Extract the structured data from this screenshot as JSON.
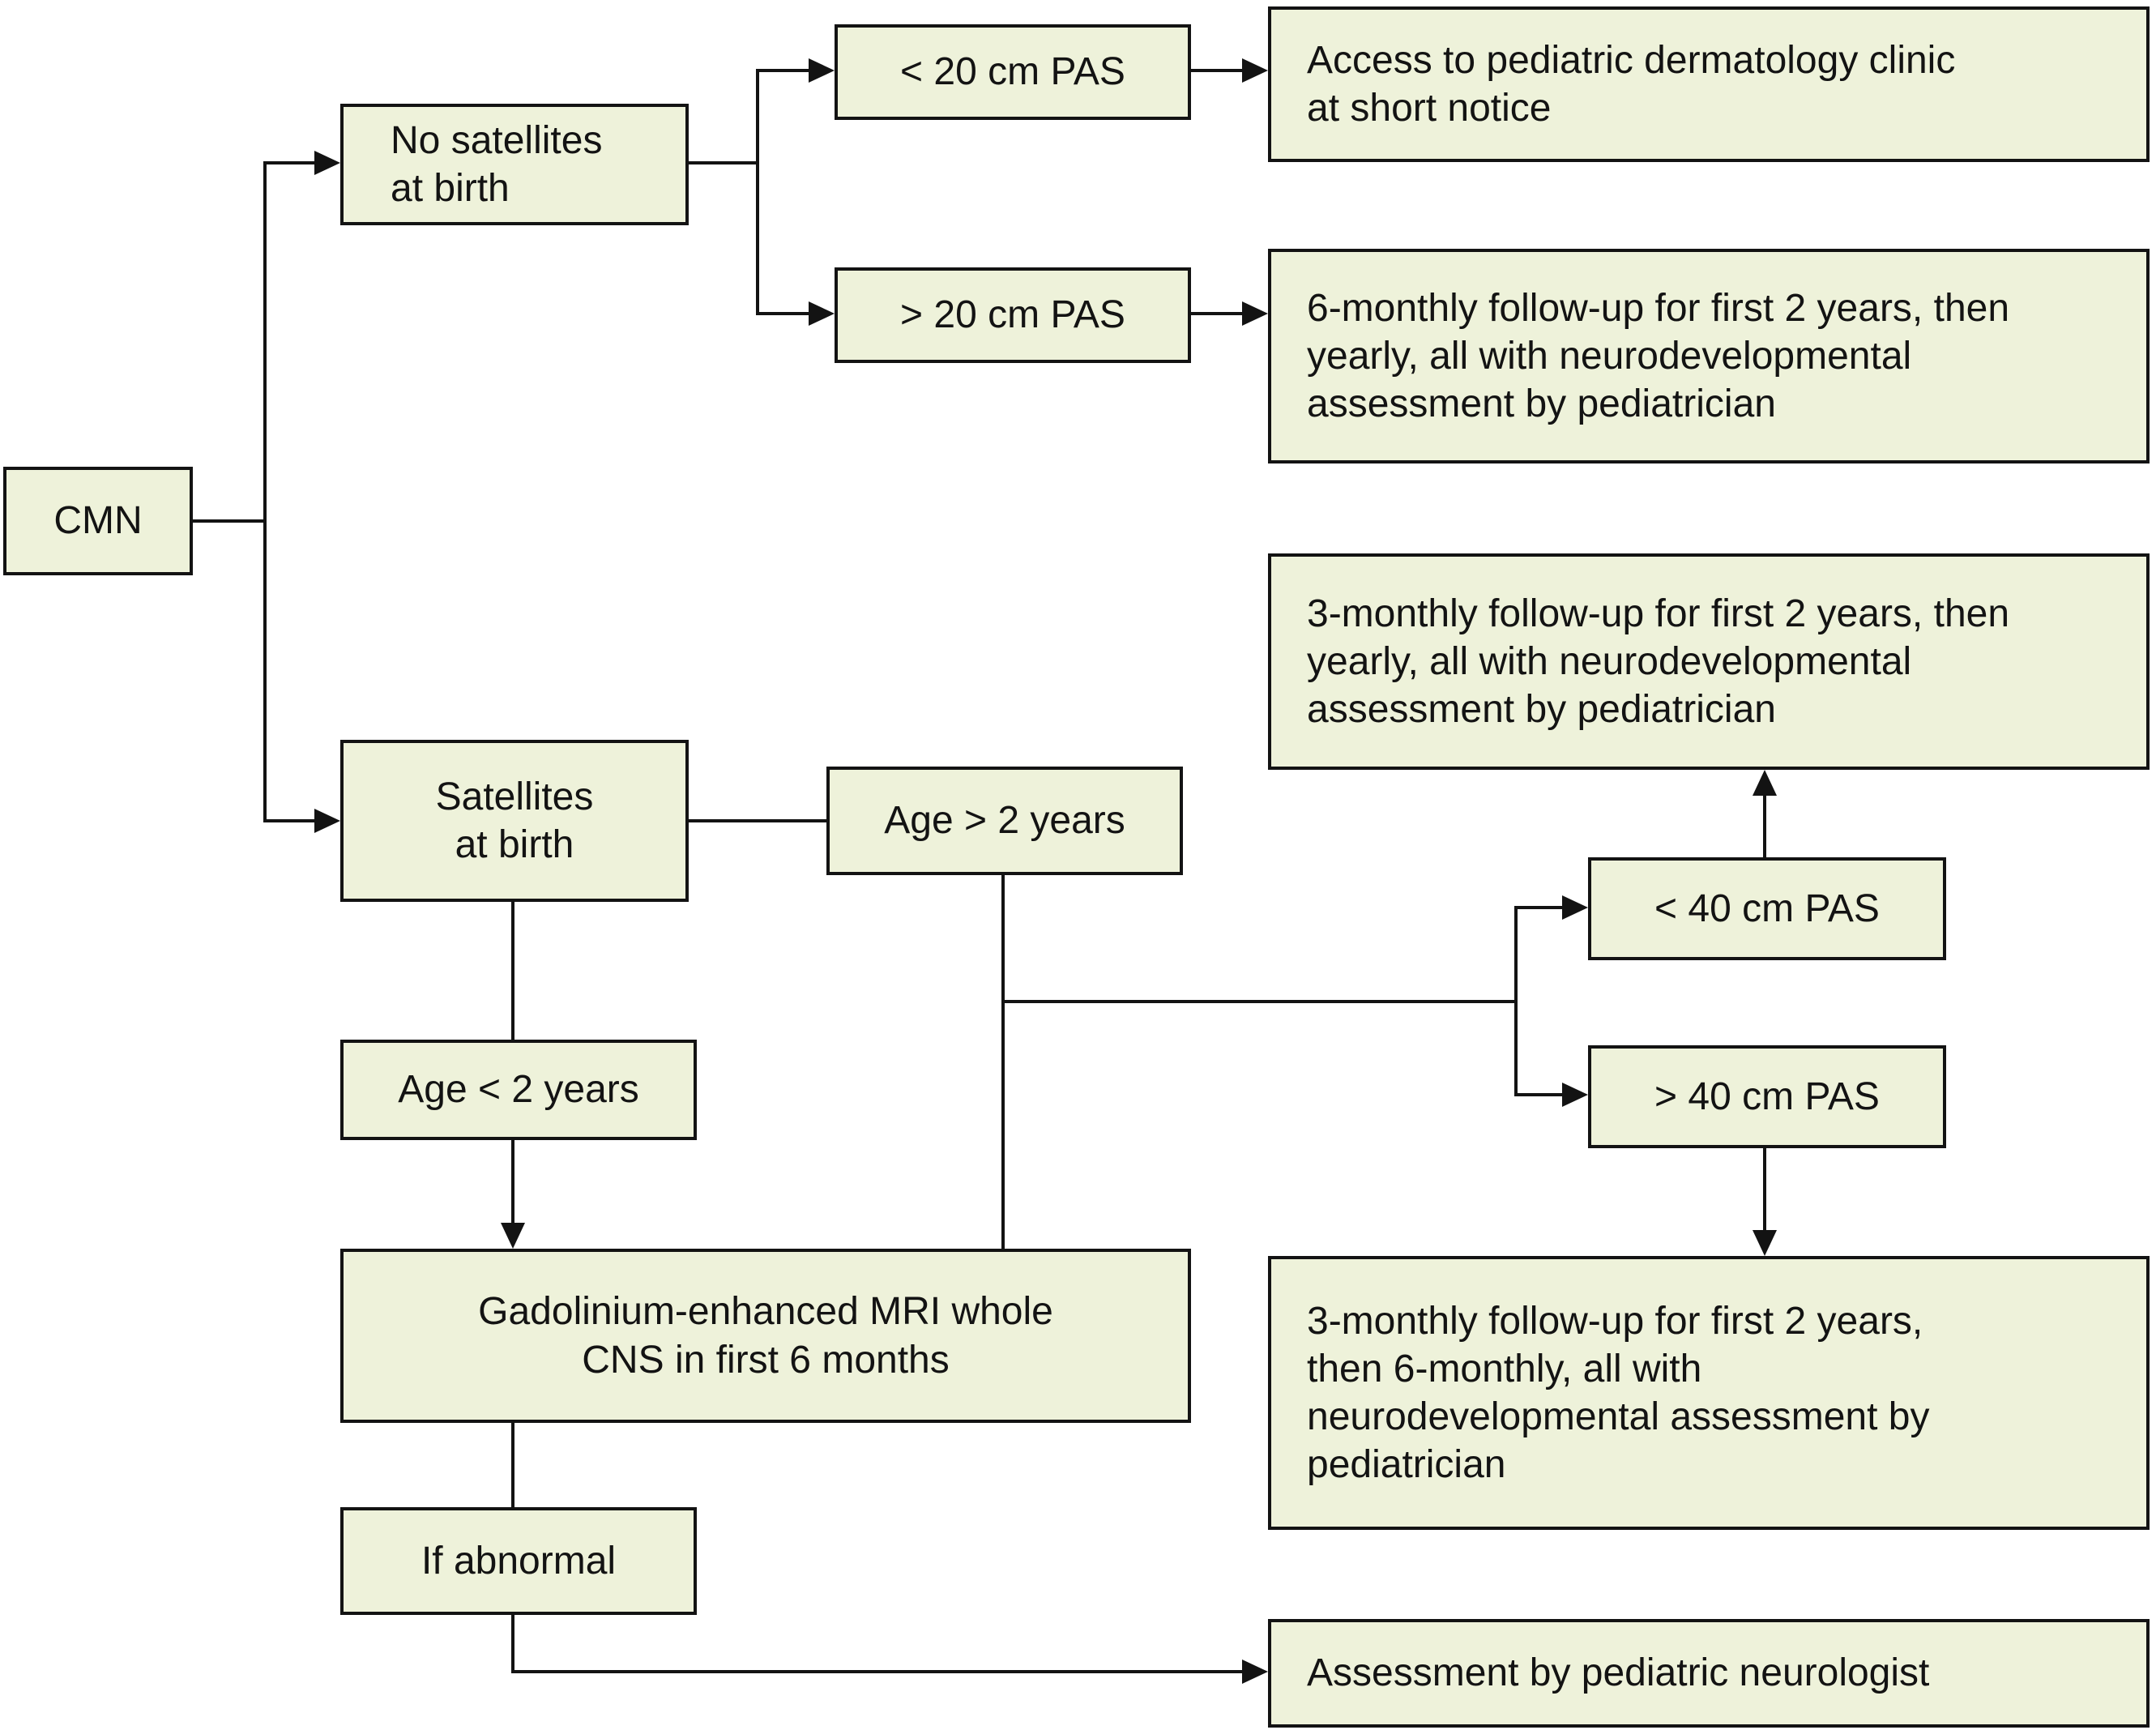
{
  "figure": {
    "type": "flowchart",
    "root_label": "CMN",
    "colors": {
      "box_fill": "#eef2da",
      "box_border": "#131313",
      "line": "#131313",
      "text": "#131313",
      "background": "#ffffff"
    }
  },
  "nodes": {
    "cmn": "CMN",
    "no_satellites": "No satellites\nat birth",
    "lt20": "< 20 cm PAS",
    "gt20": "> 20 cm PAS",
    "access": "Access to pediatric dermatology clinic\nat short notice",
    "six_monthly": "6-monthly follow-up for first 2 years, then\nyearly, all with neurodevelopmental\nassessment by pediatrician",
    "three_monthly_yearly": "3-monthly follow-up for first 2 years, then\nyearly, all with neurodevelopmental\nassessment by pediatrician",
    "satellites": "Satellites\nat birth",
    "age_gt2": "Age > 2 years",
    "lt40": "< 40 cm PAS",
    "gt40": "> 40 cm PAS",
    "age_lt2": "Age < 2 years",
    "mri": "Gadolinium-enhanced MRI whole\nCNS in first 6 months",
    "three_monthly_six": "3-monthly follow-up for first 2 years,\nthen 6-monthly, all with\nneurodevelopmental assessment by\npediatrician",
    "if_abnormal": "If abnormal",
    "assessment": "Assessment by pediatric neurologist"
  },
  "edges": [
    {
      "from": "CMN",
      "to": "No satellites at birth"
    },
    {
      "from": "CMN",
      "to": "Satellites at birth"
    },
    {
      "from": "No satellites at birth",
      "to": "< 20 cm PAS"
    },
    {
      "from": "No satellites at birth",
      "to": "> 20 cm PAS"
    },
    {
      "from": "< 20 cm PAS",
      "to": "Access to pediatric dermatology clinic at short notice"
    },
    {
      "from": "> 20 cm PAS",
      "to": "6-monthly follow-up for first 2 years, then yearly, all with neurodevelopmental assessment by pediatrician"
    },
    {
      "from": "Satellites at birth",
      "to": "Age > 2 years"
    },
    {
      "from": "Satellites at birth",
      "to": "Age < 2 years"
    },
    {
      "from": "Age > 2 years",
      "to": "< 40 cm PAS"
    },
    {
      "from": "Age > 2 years",
      "to": "> 40 cm PAS"
    },
    {
      "from": "Age > 2 years",
      "to": "Gadolinium-enhanced MRI whole CNS in first 6 months"
    },
    {
      "from": "< 40 cm PAS",
      "to": "3-monthly follow-up for first 2 years, then yearly, all with neurodevelopmental assessment by pediatrician"
    },
    {
      "from": "> 40 cm PAS",
      "to": "3-monthly follow-up for first 2 years, then 6-monthly, all with neurodevelopmental assessment by pediatrician"
    },
    {
      "from": "Age < 2 years",
      "to": "Gadolinium-enhanced MRI whole CNS in first 6 months"
    },
    {
      "from": "Gadolinium-enhanced MRI whole CNS in first 6 months",
      "to": "If abnormal"
    },
    {
      "from": "If abnormal",
      "to": "Assessment by pediatric neurologist"
    }
  ]
}
